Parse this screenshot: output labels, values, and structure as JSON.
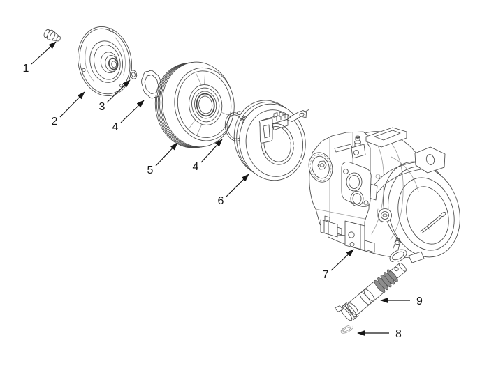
{
  "figure": {
    "type": "exploded-parts-diagram",
    "background_color": "#ffffff",
    "line_color": "#474747",
    "light_line_color": "#9a9a9a",
    "label_color": "#161616",
    "callouts": [
      {
        "label": "1",
        "part": "bolt"
      },
      {
        "label": "2",
        "part": "disc-and-hub-assembly"
      },
      {
        "label": "3",
        "part": "washer"
      },
      {
        "label": "4",
        "part": "wave-washer"
      },
      {
        "label": "5",
        "part": "pulley"
      },
      {
        "label": "4",
        "part": "snap-ring"
      },
      {
        "label": "6",
        "part": "field-coil"
      },
      {
        "label": "7",
        "part": "compressor-body"
      },
      {
        "label": "9",
        "part": "valve"
      },
      {
        "label": "8",
        "part": "clip"
      }
    ]
  }
}
